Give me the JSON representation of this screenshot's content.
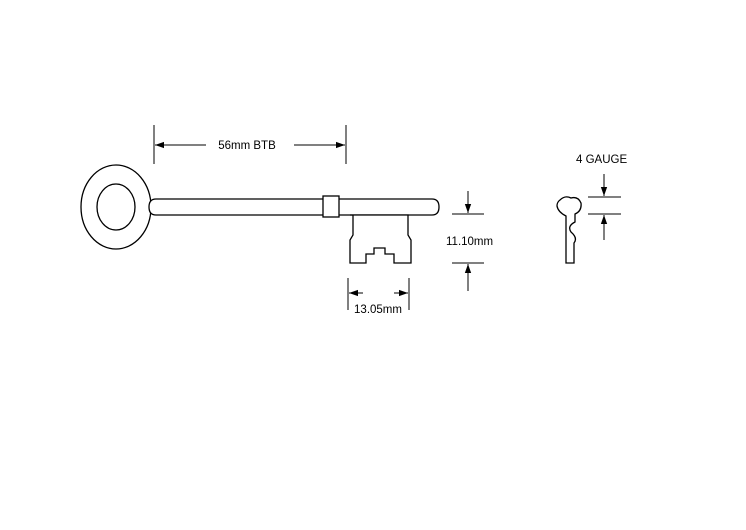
{
  "diagram": {
    "labels": {
      "length": "56mm BTB",
      "height": "11.10mm",
      "width": "13.05mm",
      "gauge": "4 GAUGE"
    },
    "colors": {
      "line": "#000000",
      "background": "#ffffff"
    }
  }
}
